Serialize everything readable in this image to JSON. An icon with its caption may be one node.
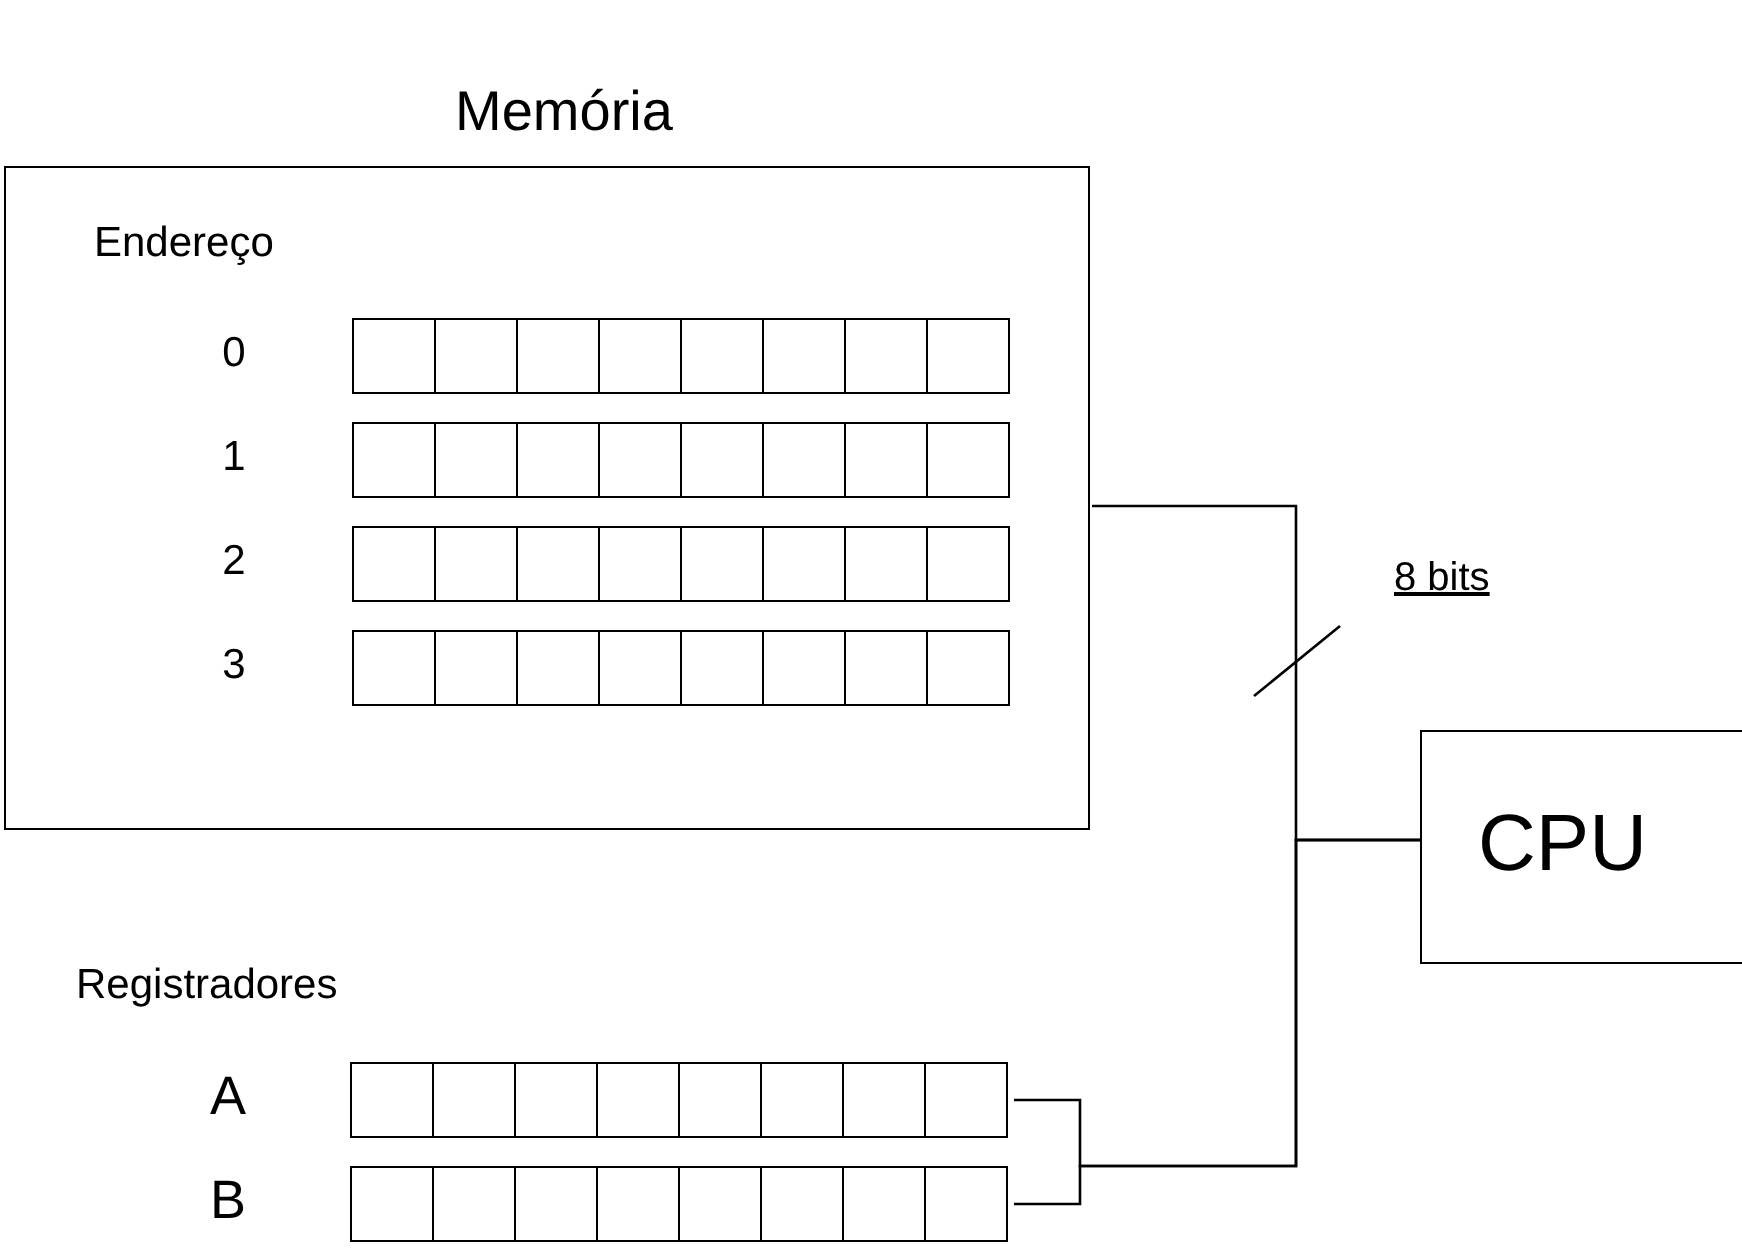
{
  "diagram": {
    "nodes": [
      {
        "text": [
          "Memória"
        ]
      },
      {
        "text": [
          "0"
        ],
        "in": 0
      },
      {
        "text": [
          "1"
        ],
        "in": 0
      },
      {
        "text": [
          "2"
        ],
        "in": 0
      },
      {
        "text": [
          "3"
        ],
        "in": 0
      },
      {
        "text": [
          "A"
        ]
      },
      {
        "text": [
          "B"
        ]
      },
      {
        "text": [
          "CPU"
        ]
      }
    ],
    "edges": [
      {
        "from": 0,
        "to": 7,
        "arrow": "none",
        "label": "8 bits"
      },
      {
        "from": 5,
        "to": 7,
        "arrow": "none"
      },
      {
        "from": 6,
        "to": 7,
        "arrow": "none"
      }
    ],
    "labels": [
      "Endereço",
      "Registradores"
    ]
  }
}
